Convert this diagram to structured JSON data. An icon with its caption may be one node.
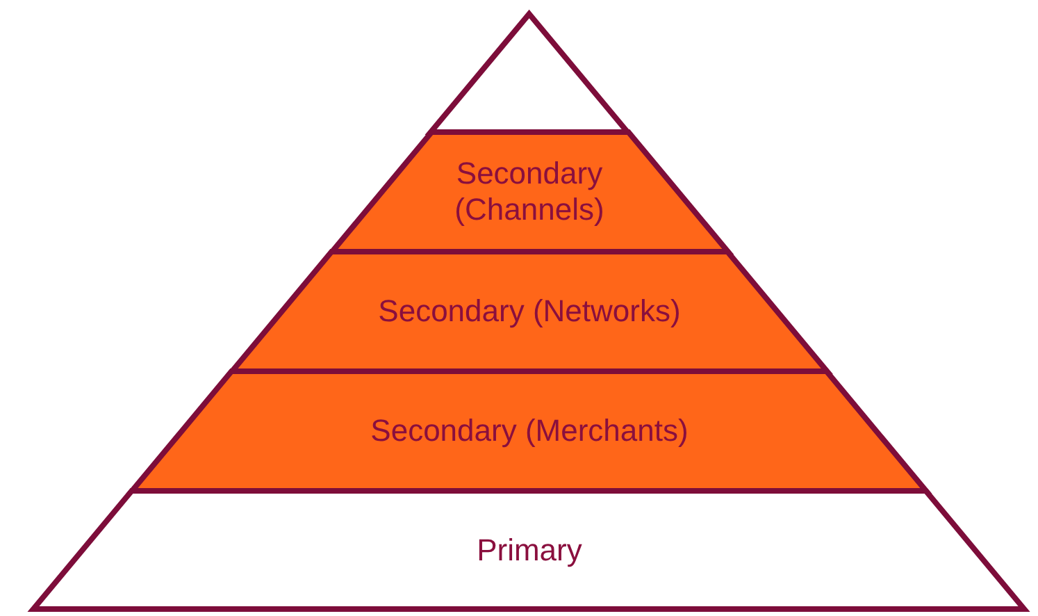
{
  "diagram": {
    "nodes": [
      {
        "text": [],
        "shape": "triangle"
      },
      {
        "text": [
          "Secondary (Channels)"
        ]
      },
      {
        "text": [
          "Secondary (Networks)"
        ]
      },
      {
        "text": [
          "Secondary (Merchants)"
        ]
      },
      {
        "text": [
          "Primary"
        ]
      }
    ]
  }
}
